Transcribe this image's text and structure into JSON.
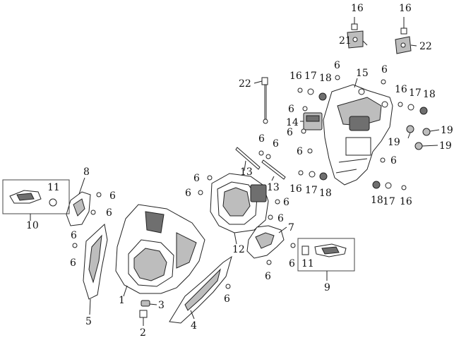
{
  "diagram": {
    "callouts": [
      {
        "id": "c1",
        "label": "1"
      },
      {
        "id": "c2",
        "label": "2"
      },
      {
        "id": "c3",
        "label": "3"
      },
      {
        "id": "c4",
        "label": "4"
      },
      {
        "id": "c5",
        "label": "5"
      },
      {
        "id": "c6a",
        "label": "6"
      },
      {
        "id": "c6b",
        "label": "6"
      },
      {
        "id": "c6c",
        "label": "6"
      },
      {
        "id": "c6d",
        "label": "6"
      },
      {
        "id": "c6e",
        "label": "6"
      },
      {
        "id": "c6f",
        "label": "6"
      },
      {
        "id": "c6g",
        "label": "6"
      },
      {
        "id": "c6h",
        "label": "6"
      },
      {
        "id": "c6i",
        "label": "6"
      },
      {
        "id": "c6j",
        "label": "6"
      },
      {
        "id": "c6k",
        "label": "6"
      },
      {
        "id": "c6l",
        "label": "6"
      },
      {
        "id": "c6m",
        "label": "6"
      },
      {
        "id": "c6n",
        "label": "6"
      },
      {
        "id": "c6o",
        "label": "6"
      },
      {
        "id": "c6p",
        "label": "6"
      },
      {
        "id": "c6q",
        "label": "6"
      },
      {
        "id": "c6r",
        "label": "6"
      },
      {
        "id": "c6s",
        "label": "6"
      },
      {
        "id": "c7",
        "label": "7"
      },
      {
        "id": "c8",
        "label": "8"
      },
      {
        "id": "c9",
        "label": "9"
      },
      {
        "id": "c10",
        "label": "10"
      },
      {
        "id": "c11a",
        "label": "11"
      },
      {
        "id": "c11b",
        "label": "11"
      },
      {
        "id": "c12",
        "label": "12"
      },
      {
        "id": "c13a",
        "label": "13"
      },
      {
        "id": "c13b",
        "label": "13"
      },
      {
        "id": "c14",
        "label": "14"
      },
      {
        "id": "c15",
        "label": "15"
      },
      {
        "id": "c16a",
        "label": "16"
      },
      {
        "id": "c16b",
        "label": "16"
      },
      {
        "id": "c16c",
        "label": "16"
      },
      {
        "id": "c16d",
        "label": "16"
      },
      {
        "id": "c16e",
        "label": "16"
      },
      {
        "id": "c16f",
        "label": "16"
      },
      {
        "id": "c17a",
        "label": "17"
      },
      {
        "id": "c17b",
        "label": "17"
      },
      {
        "id": "c17c",
        "label": "17"
      },
      {
        "id": "c17d",
        "label": "17"
      },
      {
        "id": "c18a",
        "label": "18"
      },
      {
        "id": "c18b",
        "label": "18"
      },
      {
        "id": "c18c",
        "label": "18"
      },
      {
        "id": "c18d",
        "label": "18"
      },
      {
        "id": "c19a",
        "label": "19"
      },
      {
        "id": "c19b",
        "label": "19"
      },
      {
        "id": "c19c",
        "label": "19"
      },
      {
        "id": "c21",
        "label": "21"
      },
      {
        "id": "c22a",
        "label": "22"
      },
      {
        "id": "c22b",
        "label": "22"
      }
    ]
  }
}
